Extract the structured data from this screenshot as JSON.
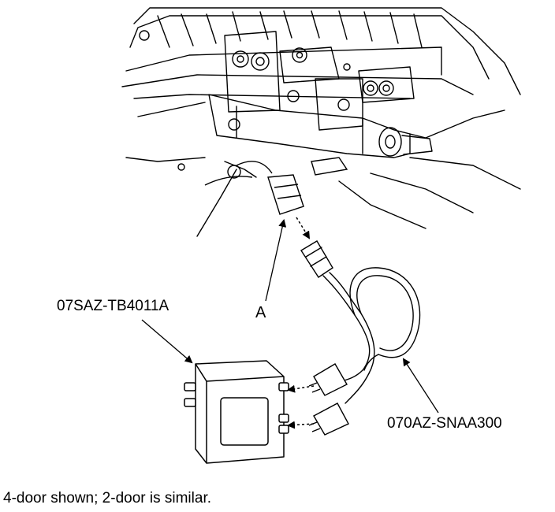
{
  "labels": {
    "callout_a": "A",
    "module_part": "07SAZ-TB4011A",
    "harness_part": "070AZ-SNAA300"
  },
  "caption": "4-door shown; 2-door is similar.",
  "colors": {
    "ink": "#000000",
    "paper": "#ffffff"
  }
}
